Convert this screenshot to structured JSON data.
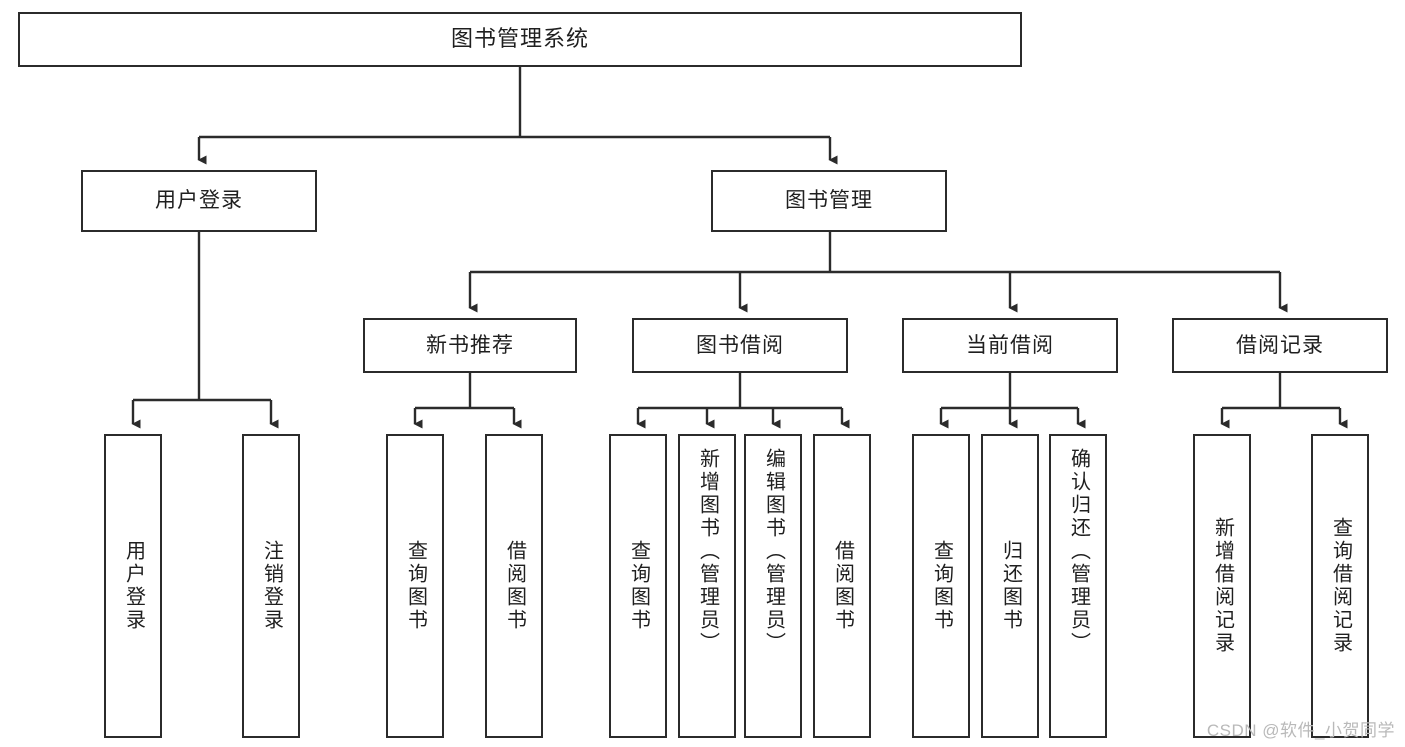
{
  "diagram": {
    "title": "图书管理系统",
    "type": "tree-hierarchy",
    "root": {
      "id": "root",
      "label": "图书管理系统"
    },
    "level2": [
      {
        "id": "user-login",
        "label": "用户登录"
      },
      {
        "id": "book-management",
        "label": "图书管理"
      }
    ],
    "level3": [
      {
        "id": "new-book-recommend",
        "label": "新书推荐"
      },
      {
        "id": "book-borrow",
        "label": "图书借阅"
      },
      {
        "id": "current-borrow",
        "label": "当前借阅"
      },
      {
        "id": "borrow-record",
        "label": "借阅记录"
      }
    ],
    "leaves": [
      {
        "id": "leaf-user-login",
        "label": "用户登录",
        "parent": "user-login"
      },
      {
        "id": "leaf-logout-login",
        "label": "注销登录",
        "parent": "user-login"
      },
      {
        "id": "leaf-query-book-1",
        "label": "查询图书",
        "parent": "new-book-recommend"
      },
      {
        "id": "leaf-borrow-book-1",
        "label": "借阅图书",
        "parent": "new-book-recommend"
      },
      {
        "id": "leaf-query-book-2",
        "label": "查询图书",
        "parent": "book-borrow"
      },
      {
        "id": "leaf-add-book",
        "label": "新增图书（管理员）",
        "parent": "book-borrow"
      },
      {
        "id": "leaf-edit-book",
        "label": "编辑图书（管理员）",
        "parent": "book-borrow"
      },
      {
        "id": "leaf-borrow-book-2",
        "label": "借阅图书",
        "parent": "book-borrow"
      },
      {
        "id": "leaf-query-book-3",
        "label": "查询图书",
        "parent": "current-borrow"
      },
      {
        "id": "leaf-return-book",
        "label": "归还图书",
        "parent": "current-borrow"
      },
      {
        "id": "leaf-confirm-return",
        "label": "确认归还（管理员）",
        "parent": "current-borrow"
      },
      {
        "id": "leaf-add-record",
        "label": "新增借阅记录",
        "parent": "borrow-record"
      },
      {
        "id": "leaf-query-record",
        "label": "查询借阅记录",
        "parent": "borrow-record"
      }
    ]
  },
  "watermark": {
    "text": "CSDN @软件_小贺同学"
  },
  "colors": {
    "stroke": "#2b2b2b",
    "text": "#1f1f1f",
    "background": "#ffffff",
    "watermark": "#b9b9b9"
  }
}
